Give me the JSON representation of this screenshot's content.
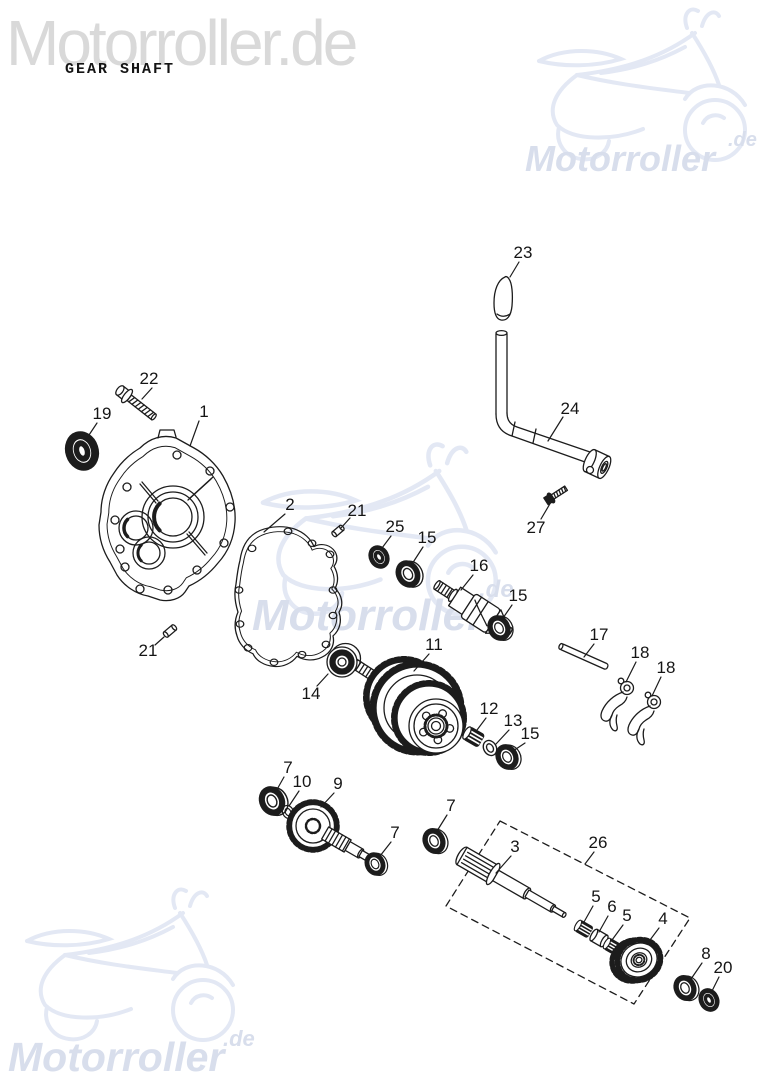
{
  "brand": {
    "logo_text": "Motorroller.de"
  },
  "title": "GEAR SHAFT",
  "watermark": {
    "text": "Motorroller",
    "suffix": ".de",
    "scooter_color": "#e3e8f4",
    "text_color": "#d8deec"
  },
  "diagram": {
    "line_color": "#1c1c1c",
    "callouts": [
      {
        "label": "23"
      },
      {
        "label": "24"
      },
      {
        "label": "27"
      },
      {
        "label": "22"
      },
      {
        "label": "19"
      },
      {
        "label": "1"
      },
      {
        "label": "2"
      },
      {
        "label": "21"
      },
      {
        "label": "25"
      },
      {
        "label": "15"
      },
      {
        "label": "16"
      },
      {
        "label": "15"
      },
      {
        "label": "17"
      },
      {
        "label": "18"
      },
      {
        "label": "18"
      },
      {
        "label": "21"
      },
      {
        "label": "14"
      },
      {
        "label": "11"
      },
      {
        "label": "12"
      },
      {
        "label": "13"
      },
      {
        "label": "15"
      },
      {
        "label": "7"
      },
      {
        "label": "10"
      },
      {
        "label": "9"
      },
      {
        "label": "7"
      },
      {
        "label": "7"
      },
      {
        "label": "3"
      },
      {
        "label": "26"
      },
      {
        "label": "5"
      },
      {
        "label": "6"
      },
      {
        "label": "5"
      },
      {
        "label": "4"
      },
      {
        "label": "8"
      },
      {
        "label": "20"
      }
    ]
  }
}
